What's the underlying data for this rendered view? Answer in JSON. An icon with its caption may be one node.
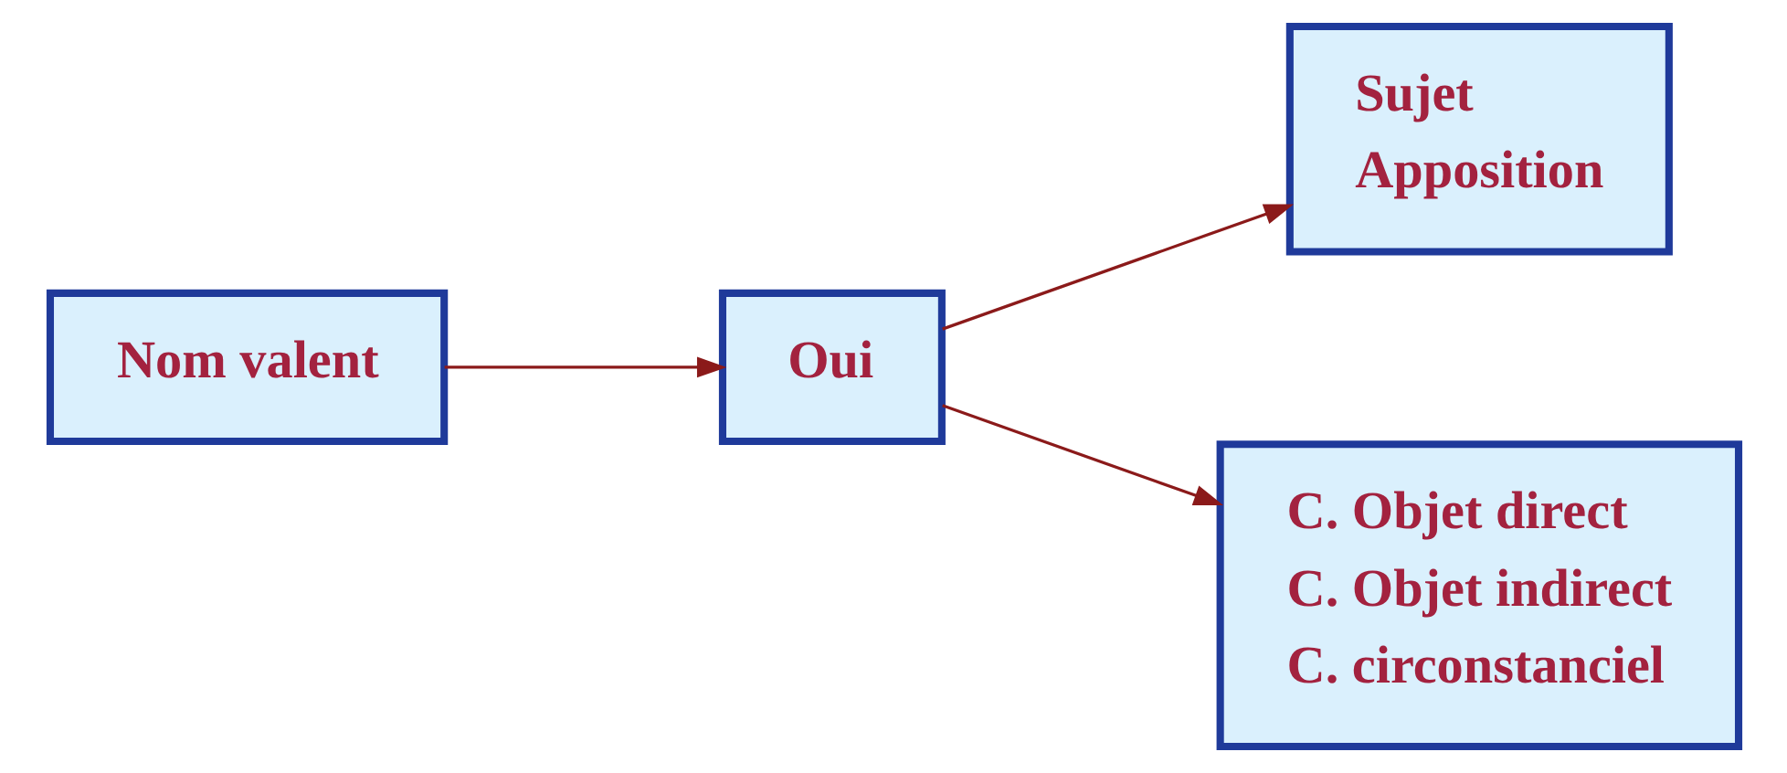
{
  "diagram": {
    "nodes": [
      {
        "text": [
          "Nom valent"
        ]
      },
      {
        "text": [
          "Oui"
        ]
      },
      {
        "text": [
          "Sujet",
          "Apposition"
        ]
      },
      {
        "text": [
          "C. Objet direct",
          "C. Objet indirect",
          "C. circonstanciel"
        ]
      }
    ],
    "edges": [
      {
        "from": 0,
        "to": 1,
        "arrow": "to"
      },
      {
        "from": 1,
        "to": 2,
        "arrow": "to"
      },
      {
        "from": 1,
        "to": 3,
        "arrow": "to"
      }
    ]
  }
}
